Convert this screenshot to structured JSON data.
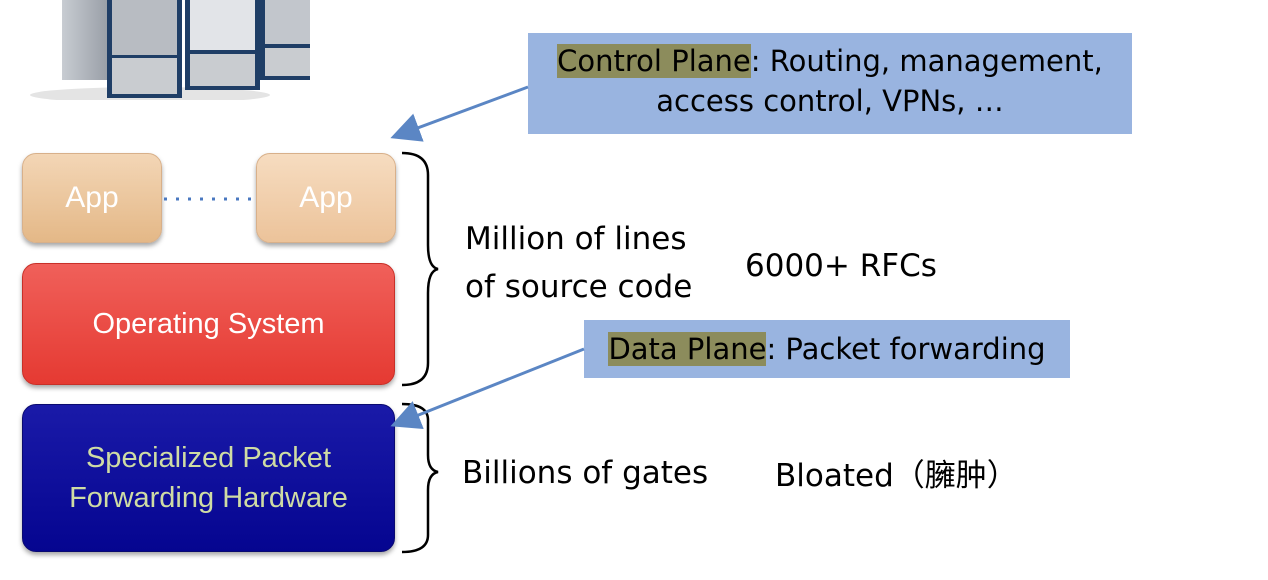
{
  "callouts": {
    "control_plane": {
      "highlight": "Control Plane",
      "rest_line1": ": Routing, management,",
      "line2": "access control, VPNs, …"
    },
    "data_plane": {
      "highlight": "Data Plane",
      "rest": ": Packet forwarding"
    }
  },
  "stack": {
    "app_left": "App",
    "app_right": "App",
    "os": "Operating System",
    "hardware_line1": "Specialized Packet",
    "hardware_line2": "Forwarding Hardware"
  },
  "annotations": {
    "software_size_line1": "Million of lines",
    "software_size_line2": "of source code",
    "rfcs": "6000+ RFCs",
    "hardware_size": "Billions of gates",
    "bloated": "Bloated（臃肿）"
  },
  "colors": {
    "callout_bg": "#99b4e0",
    "highlight_bg": "#8c8c5c",
    "app": "#e8bf90",
    "os": "#e84a42",
    "hardware": "#0a0a9a",
    "hardware_text": "#cfdca4",
    "arrow": "#5b86c4"
  }
}
